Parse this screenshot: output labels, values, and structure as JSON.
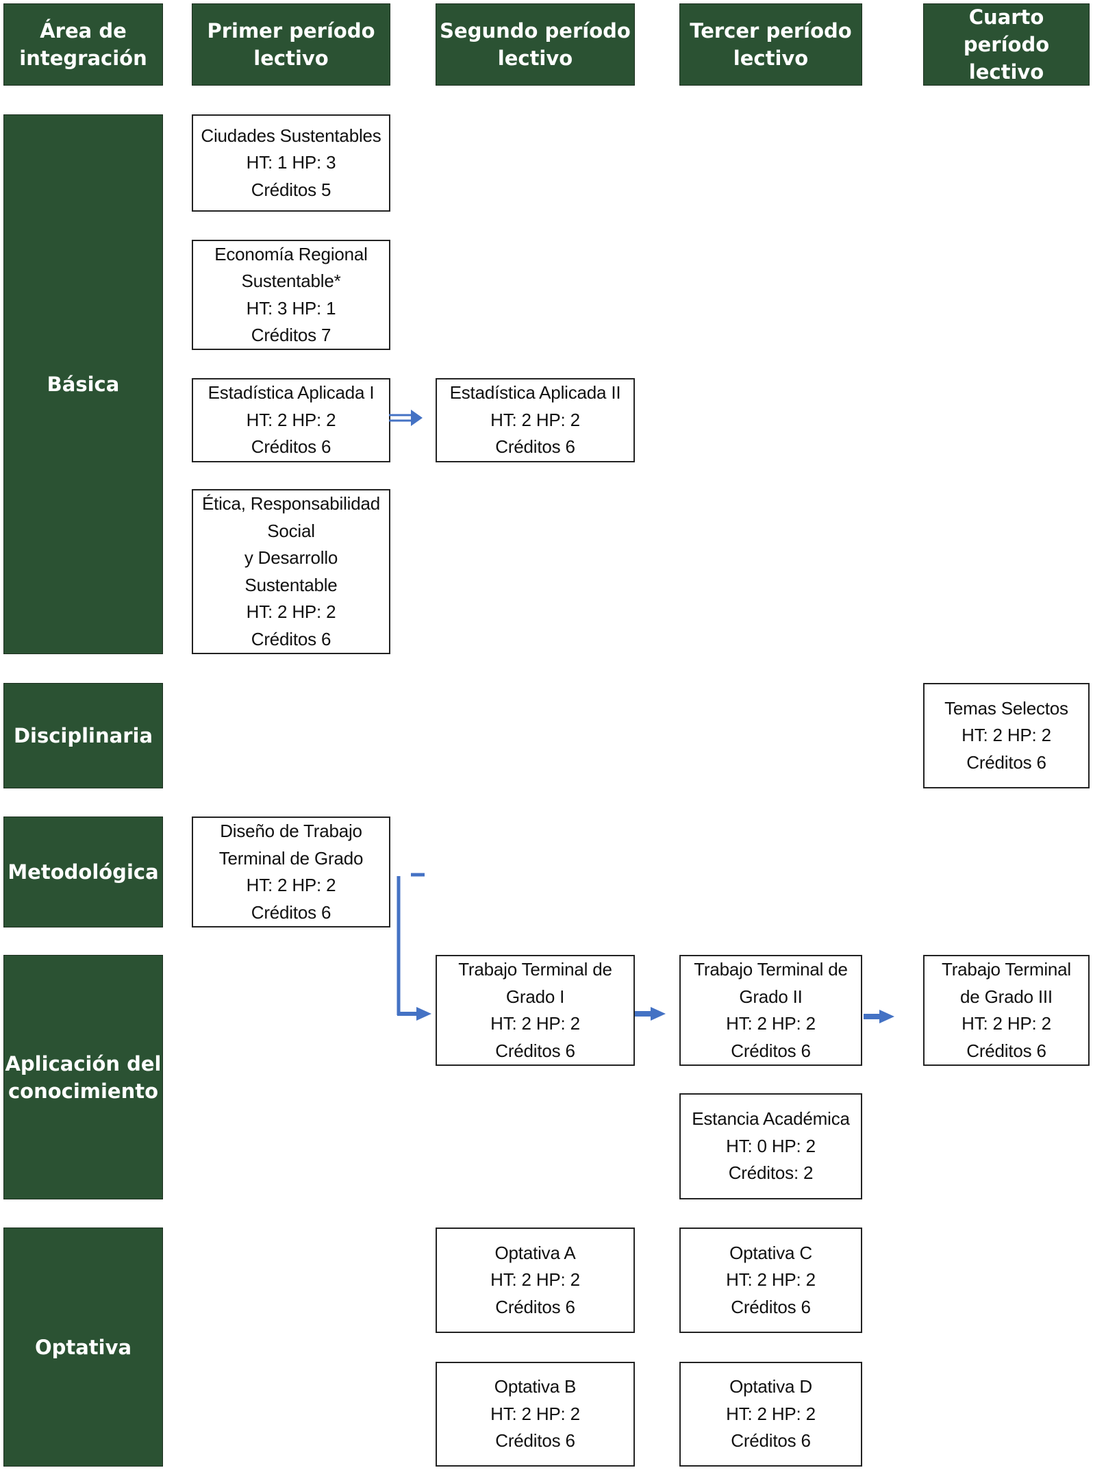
{
  "headers": {
    "area": "Área de\nintegración",
    "p1": "Primer período\nlectivo",
    "p2": "Segundo período\nlectivo",
    "p3": "Tercer período\nlectivo",
    "p4": "Cuarto\nperíodo\nlectivo"
  },
  "areas": {
    "basica": "Básica",
    "disciplinaria": "Disciplinaria",
    "metodologica": "Metodológica",
    "aplicacion": "Aplicación del\nconocimiento",
    "optativa": "Optativa"
  },
  "courses": {
    "ciudades": {
      "lines": [
        "Ciudades Sustentables",
        "HT:  1  HP:  3",
        "Créditos 5"
      ]
    },
    "economia": {
      "lines": [
        "Economía Regional",
        "Sustentable*",
        "HT:  3  HP:  1",
        "Créditos 7"
      ]
    },
    "estadistica1": {
      "lines": [
        "Estadística Aplicada I",
        "HT:  2  HP:  2",
        "Créditos 6"
      ]
    },
    "estadistica2": {
      "lines": [
        "Estadística Aplicada II",
        "HT:  2  HP:  2",
        "Créditos 6"
      ]
    },
    "etica": {
      "lines": [
        "Ética, Responsabilidad",
        "Social",
        "y Desarrollo",
        "Sustentable",
        "HT:  2  HP:  2",
        "Créditos 6"
      ]
    },
    "temas": {
      "lines": [
        "Temas Selectos",
        "HT:  2  HP:  2",
        "Créditos 6"
      ]
    },
    "diseno": {
      "lines": [
        "Diseño de Trabajo",
        "Terminal de Grado",
        "HT:  2  HP:  2",
        "Créditos 6"
      ]
    },
    "ttg1": {
      "lines": [
        "Trabajo Terminal de",
        "Grado I",
        "HT:  2  HP:  2",
        "Créditos 6"
      ]
    },
    "ttg2": {
      "lines": [
        "Trabajo Terminal de",
        "Grado II",
        "HT:  2  HP:  2",
        "Créditos 6"
      ]
    },
    "ttg3": {
      "lines": [
        "Trabajo Terminal",
        "de Grado III",
        "HT:  2  HP:  2",
        "Créditos 6"
      ]
    },
    "estancia": {
      "lines": [
        "Estancia Académica",
        "HT: 0 HP: 2",
        "Créditos: 2"
      ]
    },
    "optA": {
      "lines": [
        "Optativa A",
        "HT:  2  HP:  2",
        "Créditos 6"
      ]
    },
    "optB": {
      "lines": [
        "Optativa B",
        "HT:  2  HP:  2",
        "Créditos 6"
      ]
    },
    "optC": {
      "lines": [
        "Optativa C",
        "HT:  2  HP:  2",
        "Créditos 6"
      ]
    },
    "optD": {
      "lines": [
        "Optativa D",
        "HT:  2  HP:  2",
        "Créditos 6"
      ]
    }
  },
  "colors": {
    "header_bg": "#2b5233",
    "arrow": "#4472c4"
  }
}
